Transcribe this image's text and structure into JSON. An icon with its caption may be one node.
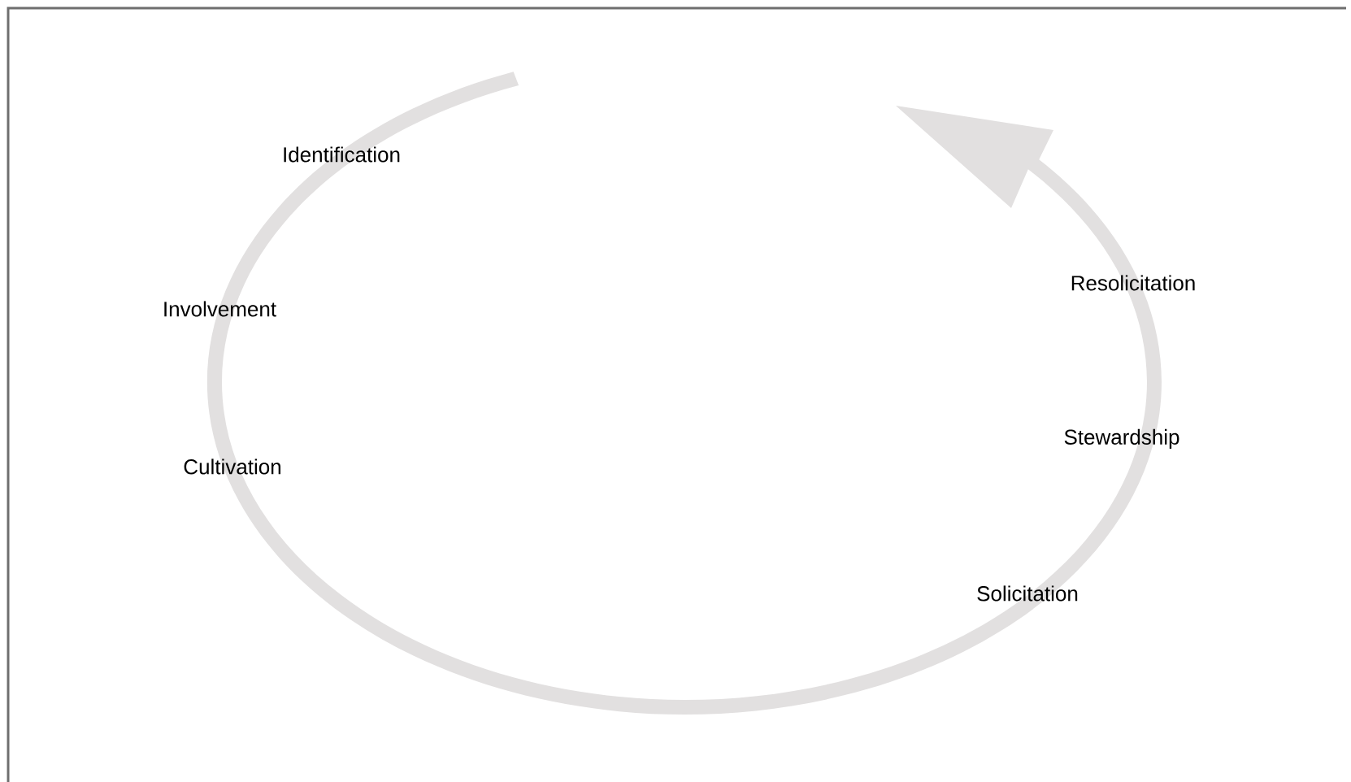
{
  "diagram": {
    "labels": [
      "Identification",
      "Involvement",
      "Resolicitation",
      "Cultivation",
      "Stewardship",
      "Solicitation"
    ]
  }
}
